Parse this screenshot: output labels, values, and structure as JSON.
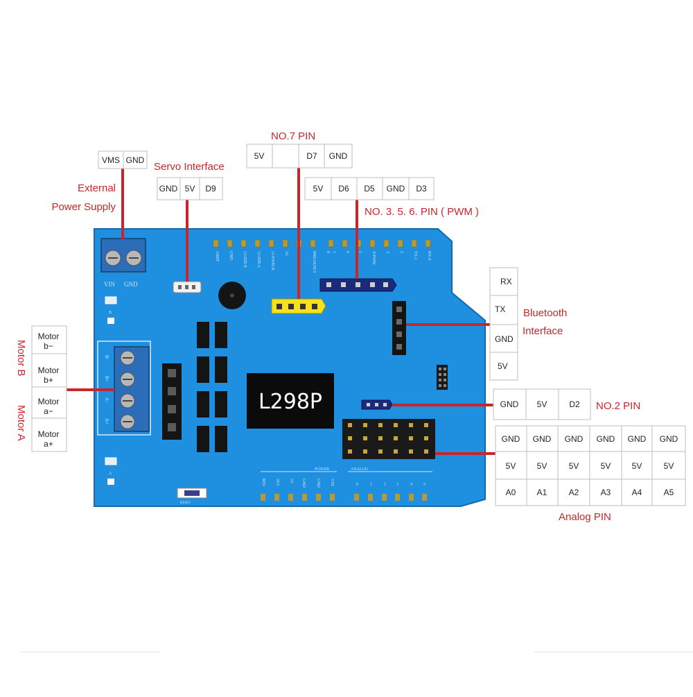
{
  "labels": {
    "external_power_line1": "External",
    "external_power_line2": "Power Supply",
    "servo": "Servo Interface",
    "no7": "NO.7 PIN",
    "pwm": "NO. 3. 5. 6. PIN ( PWM )",
    "bluetooth_line1": "Bluetooth",
    "bluetooth_line2": "Interface",
    "no2": "NO.2 PIN",
    "analog": "Analog PIN",
    "motor_b": "Motor B",
    "motor_a": "Motor A",
    "chip": "L298P"
  },
  "pin_tables": {
    "power": [
      "VMS",
      "GND"
    ],
    "servo": [
      "GND",
      "5V",
      "D9"
    ],
    "no7": [
      "5V",
      "",
      "D7",
      "GND"
    ],
    "pwm": [
      "5V",
      "D6",
      "D5",
      "GND",
      "D3"
    ],
    "bluetooth": [
      "RX",
      "TX",
      "GND",
      "5V"
    ],
    "no2": [
      "GND",
      "5V",
      "D2"
    ],
    "analog": {
      "gnd": [
        "GND",
        "GND",
        "GND",
        "GND",
        "GND",
        "GND"
      ],
      "v5": [
        "5V",
        "5V",
        "5V",
        "5V",
        "5V",
        "5V"
      ],
      "a": [
        "A0",
        "A1",
        "A2",
        "A3",
        "A4",
        "A5"
      ]
    },
    "motor": [
      [
        "Motor",
        "b−"
      ],
      [
        "Motor",
        "b+"
      ],
      [
        "Motor",
        "a−"
      ],
      [
        "Motor",
        "a+"
      ]
    ]
  },
  "board": {
    "terminal_labels": [
      "VIN",
      "GND"
    ],
    "motor_terminal_labels": [
      "B−",
      "B+",
      "A−",
      "A+"
    ],
    "led_labels": [
      "B",
      "A"
    ],
    "header_digital": [
      "AREF",
      "GND",
      "13-DIR B",
      "12-DIR A",
      "11-PWM B",
      "10",
      "BREAKIN 9",
      "8",
      "7",
      "6",
      "5",
      "4-PWM",
      "3",
      "2",
      "TX-1",
      "RX-0"
    ],
    "power_header_title": "POWER",
    "analog_header_title": "ANALOG",
    "power_pins": [
      "RES",
      "3V3",
      "5V",
      "GND",
      "GND",
      "VIN"
    ],
    "analog_pins": [
      "0",
      "1",
      "2",
      "3",
      "4",
      "5"
    ],
    "reset_label": "RESET"
  },
  "colors": {
    "board": "#1f8fe0",
    "board_edge": "#1668ad",
    "lead": "#c8262a",
    "chip": "#0b0b0b",
    "yellow_header": "#f5e21c",
    "navy_header": "#1b2a7a"
  }
}
